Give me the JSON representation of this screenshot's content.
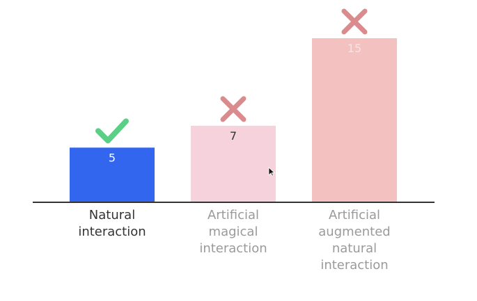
{
  "chart_data": {
    "type": "bar",
    "categories": [
      "Natural\ninteraction",
      "Artificial\nmagical\ninteraction",
      "Artificial\naugmented\nnatural\ninteraction"
    ],
    "values": [
      5,
      7,
      15
    ],
    "value_labels": [
      "5",
      "7",
      "15"
    ],
    "bar_colors": [
      "#3366ee",
      "#f6d2dd",
      "#f3c1bf"
    ],
    "value_label_colors": [
      "#ffffff",
      "#333333",
      "#fbe3e2"
    ],
    "category_label_colors": [
      "#333333",
      "#9a9a9a",
      "#9a9a9a"
    ],
    "markers": [
      "check-icon",
      "cross-icon",
      "cross-icon"
    ],
    "marker_colors": {
      "check": "#5ccf86",
      "cross": "#d98b8e"
    },
    "ylim": [
      0,
      15
    ],
    "grid": false,
    "axis_color": "#333333",
    "title": "",
    "xlabel": "",
    "ylabel": ""
  }
}
